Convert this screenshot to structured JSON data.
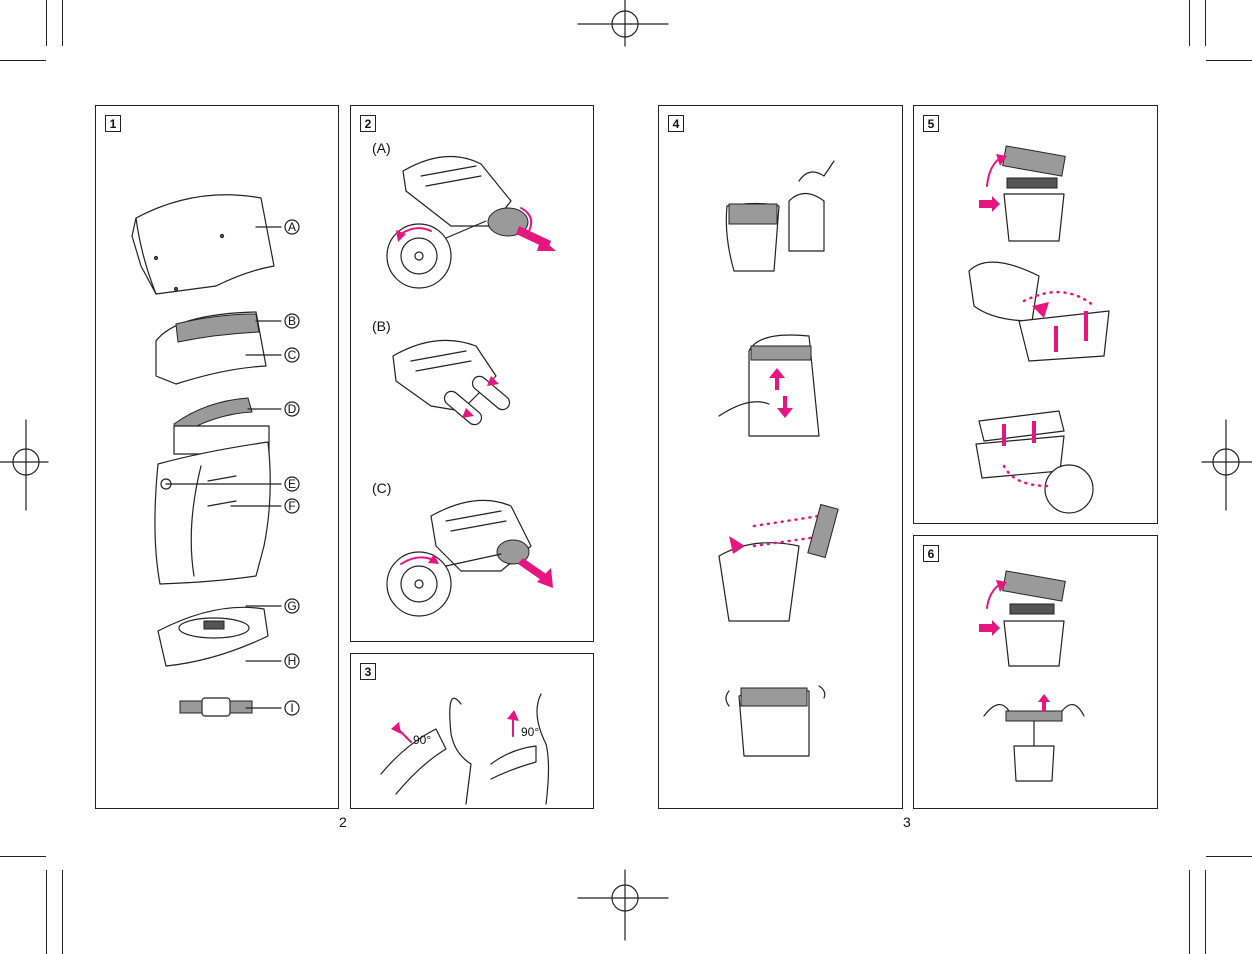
{
  "pages": {
    "left": "2",
    "right": "3"
  },
  "panels": {
    "p1": {
      "number": "1",
      "parts": [
        "A",
        "B",
        "C",
        "D",
        "E",
        "F",
        "G",
        "H",
        "I"
      ]
    },
    "p2": {
      "number": "2",
      "steps": [
        "(A)",
        "(B)",
        "(C)"
      ]
    },
    "p3": {
      "number": "3",
      "angles": [
        "90°",
        "90°"
      ]
    },
    "p4": {
      "number": "4"
    },
    "p5": {
      "number": "5"
    },
    "p6": {
      "number": "6"
    }
  },
  "colors": {
    "accent": "#e6157f",
    "line": "#222222",
    "paper": "#ffffff"
  }
}
